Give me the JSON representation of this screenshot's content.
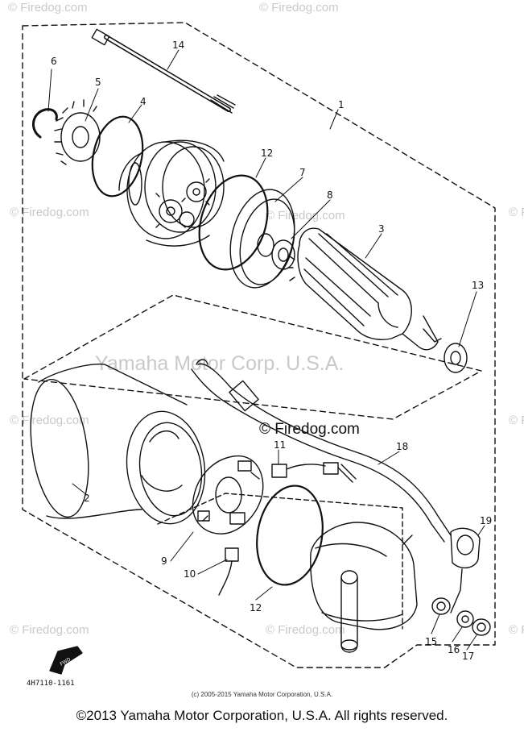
{
  "watermarks": {
    "site": "© Firedog.com",
    "corp": "Yamaha Motor Corp. U.S.A.",
    "center_site": "© Firedog.com"
  },
  "part_number": "4H7110-1161",
  "small_copyright": "(c) 2005-2015 Yamaha Motor Corporation, U.S.A.",
  "copyright": "©2013 Yamaha Motor Corporation, U.S.A. All rights reserved.",
  "fwd_label": "FWD",
  "callouts": [
    "1",
    "2",
    "3",
    "4",
    "5",
    "6",
    "7",
    "8",
    "9",
    "10",
    "11",
    "12",
    "12",
    "12",
    "13",
    "14",
    "15",
    "16",
    "17",
    "18",
    "19"
  ],
  "colors": {
    "line": "#111111",
    "watermark": "#c9c9c9"
  }
}
